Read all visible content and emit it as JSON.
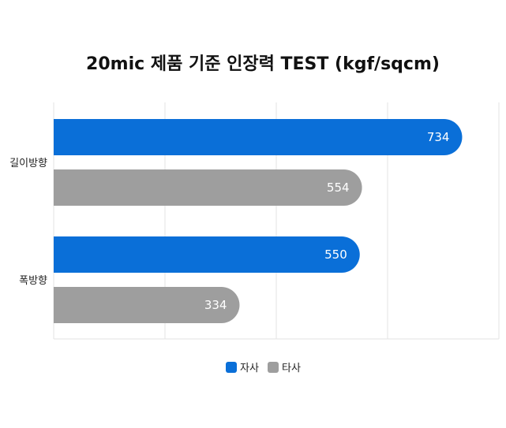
{
  "chart_data": {
    "type": "bar",
    "orientation": "horizontal",
    "title": "20mic 제품 기준 인장력 TEST (kgf/sqcm)",
    "categories": [
      "길이방향",
      "폭방향"
    ],
    "series": [
      {
        "name": "자사",
        "values": [
          734,
          550
        ],
        "color": "#0A6FD8"
      },
      {
        "name": "타사",
        "values": [
          554,
          334
        ],
        "color": "#9E9E9E"
      }
    ],
    "xlim": [
      0,
      800
    ],
    "grid": true,
    "legend": "bottom-center",
    "data_labels": true
  }
}
